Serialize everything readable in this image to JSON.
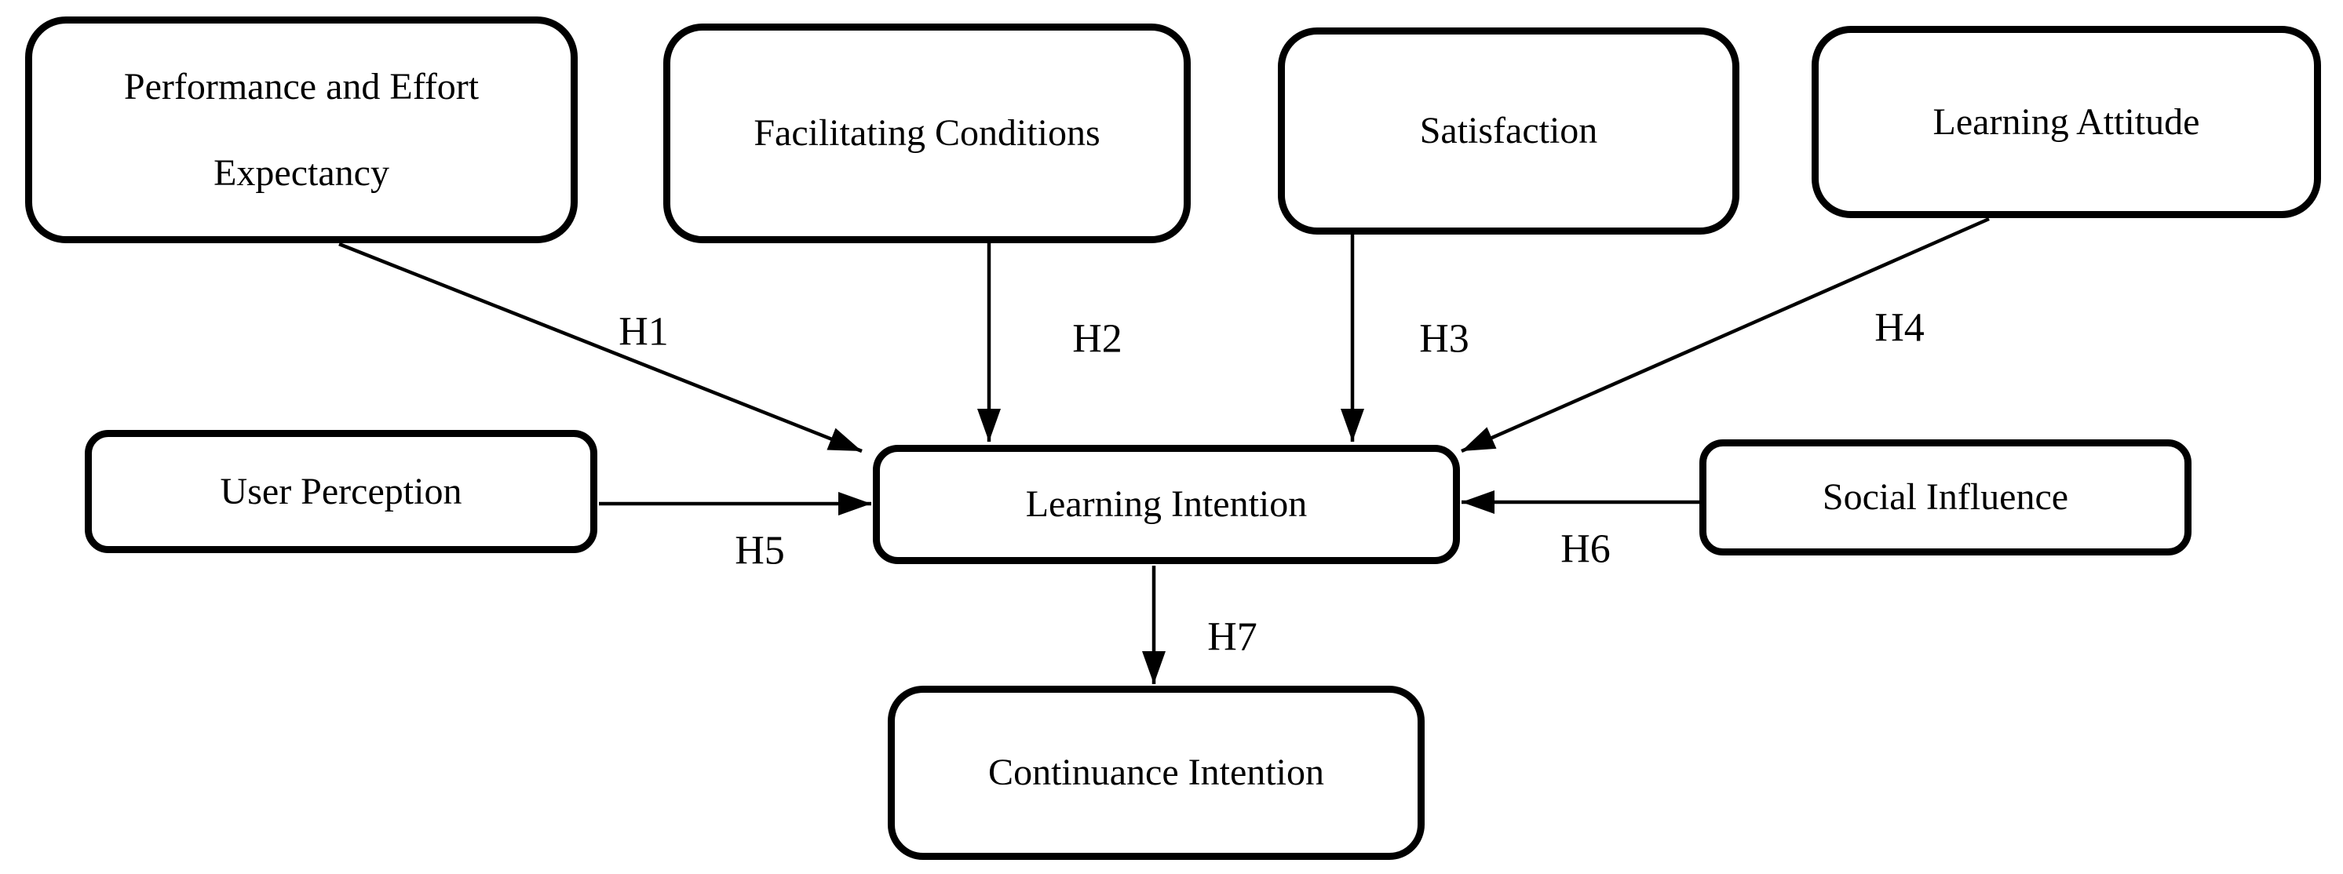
{
  "nodes": {
    "performance_effort_expectancy": {
      "line1": "Performance and Effort",
      "line2": "Expectancy"
    },
    "facilitating_conditions": {
      "label": "Facilitating Conditions"
    },
    "satisfaction": {
      "label": "Satisfaction"
    },
    "learning_attitude": {
      "label": "Learning Attitude"
    },
    "user_perception": {
      "label": "User Perception"
    },
    "learning_intention": {
      "label": "Learning Intention"
    },
    "social_influence": {
      "label": "Social Influence"
    },
    "continuance_intention": {
      "label": "Continuance Intention"
    }
  },
  "hypotheses": {
    "h1": "H1",
    "h2": "H2",
    "h3": "H3",
    "h4": "H4",
    "h5": "H5",
    "h6": "H6",
    "h7": "H7"
  },
  "colors": {
    "background": "#ffffff",
    "box_fill": "#ffffff",
    "box_border": "#000000",
    "text": "#000000",
    "arrow": "#000000"
  }
}
